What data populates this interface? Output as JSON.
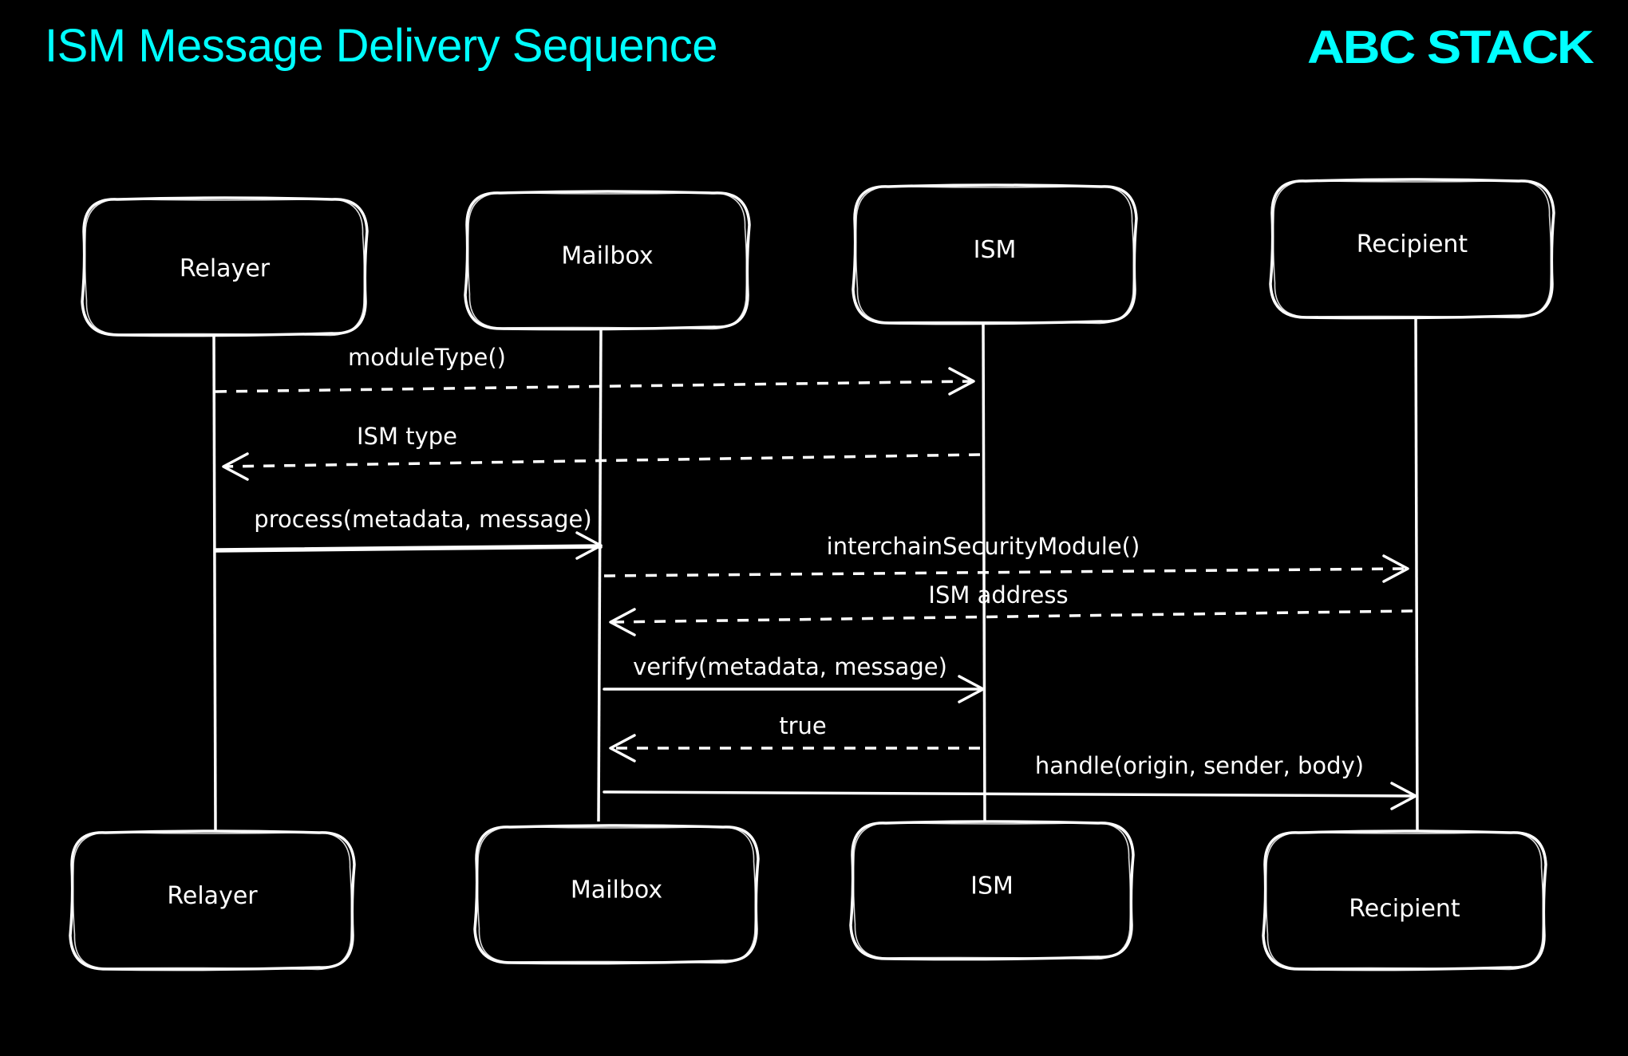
{
  "header": {
    "title": "ISM Message Delivery Sequence",
    "logo": "ABC STACK",
    "accent_color": "#00FFFF"
  },
  "participants": [
    {
      "id": "relayer",
      "label": "Relayer"
    },
    {
      "id": "mailbox",
      "label": "Mailbox"
    },
    {
      "id": "ism",
      "label": "ISM"
    },
    {
      "id": "recipient",
      "label": "Recipient"
    }
  ],
  "messages": [
    {
      "from": "relayer",
      "to": "ism",
      "label": "moduleType()",
      "style": "dashed"
    },
    {
      "from": "ism",
      "to": "relayer",
      "label": "ISM type",
      "style": "dashed"
    },
    {
      "from": "relayer",
      "to": "mailbox",
      "label": "process(metadata, message)",
      "style": "solid"
    },
    {
      "from": "mailbox",
      "to": "recipient",
      "label": "interchainSecurityModule()",
      "style": "dashed"
    },
    {
      "from": "recipient",
      "to": "mailbox",
      "label": "ISM address",
      "style": "dashed"
    },
    {
      "from": "mailbox",
      "to": "ism",
      "label": "verify(metadata, message)",
      "style": "solid"
    },
    {
      "from": "ism",
      "to": "mailbox",
      "label": "true",
      "style": "dashed"
    },
    {
      "from": "mailbox",
      "to": "recipient",
      "label": "handle(origin, sender, body)",
      "style": "solid"
    }
  ]
}
